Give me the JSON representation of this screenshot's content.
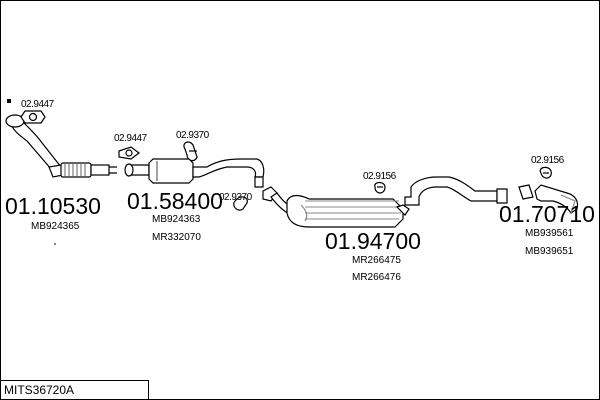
{
  "document": {
    "code": "MITS36720A"
  },
  "assemblies": [
    {
      "part_number": "01.10530",
      "refs": [
        "MB924365"
      ]
    },
    {
      "part_number": "01.58400",
      "refs": [
        "MB924363",
        "MR332070"
      ]
    },
    {
      "part_number": "01.94700",
      "refs": [
        "MR266475",
        "MR266476"
      ]
    },
    {
      "part_number": "01.70710",
      "refs": [
        "MB939561",
        "MB939651"
      ]
    }
  ],
  "fittings": [
    {
      "part_number": "02.9447"
    },
    {
      "part_number": "02.9447"
    },
    {
      "part_number": "02.9370"
    },
    {
      "part_number": "02.9370"
    },
    {
      "part_number": "02.9156"
    },
    {
      "part_number": "02.9156"
    }
  ],
  "colors": {
    "line": "#000000",
    "part_fill": "#ffffff",
    "shade": "#888888"
  }
}
